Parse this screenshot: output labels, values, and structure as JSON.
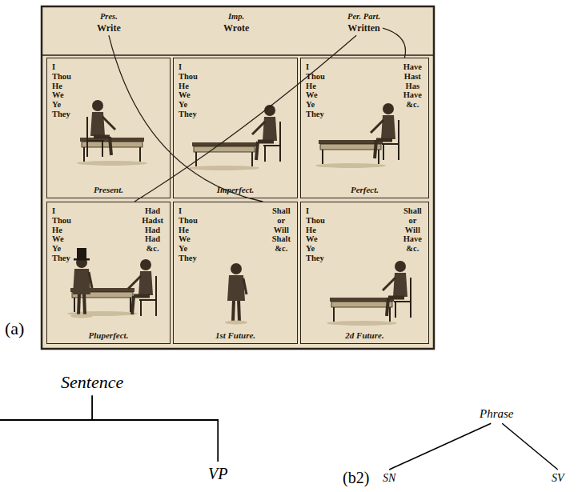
{
  "diagram": {
    "nodes": [
      {
        "text": [
          "Pres.",
          "Write"
        ]
      },
      {
        "text": [
          "Imp.",
          "Wrote"
        ]
      },
      {
        "text": [
          "Per. Part.",
          "Written"
        ]
      },
      {
        "text": [
          "I Thou He We Ye They",
          "Present."
        ]
      },
      {
        "text": [
          "I Thou He We Ye They",
          "Imperfect."
        ]
      },
      {
        "text": [
          "I Thou He We Ye They",
          "Have Hast Has Have &c.",
          "Perfect."
        ]
      },
      {
        "text": [
          "I Thou He We Ye They",
          "Had Hadst Had Had &c.",
          "Pluperfect."
        ]
      },
      {
        "text": [
          "I Thou He We Ye They",
          "Shall or Will Shalt &c.",
          "1st Future."
        ]
      },
      {
        "text": [
          "I Thou He We Ye They",
          "Shall or Will Have &c.",
          "2d Future."
        ]
      },
      {
        "text": [
          "Sentence"
        ]
      },
      {
        "text": [
          "VP"
        ]
      },
      {
        "text": [
          "Phrase"
        ]
      },
      {
        "text": [
          "SN"
        ]
      },
      {
        "text": [
          "SV"
        ]
      }
    ],
    "edges": [
      {
        "from": 0,
        "to": 7,
        "arrow": "none"
      },
      {
        "from": 2,
        "to": 5,
        "arrow": "none"
      },
      {
        "from": 2,
        "to": 6,
        "arrow": "none"
      },
      {
        "from": 9,
        "to": 10,
        "arrow": "none"
      },
      {
        "from": 11,
        "to": 12,
        "arrow": "none"
      },
      {
        "from": 11,
        "to": 13,
        "arrow": "none"
      }
    ],
    "labels": [
      "(a)",
      "(b2)"
    ]
  }
}
